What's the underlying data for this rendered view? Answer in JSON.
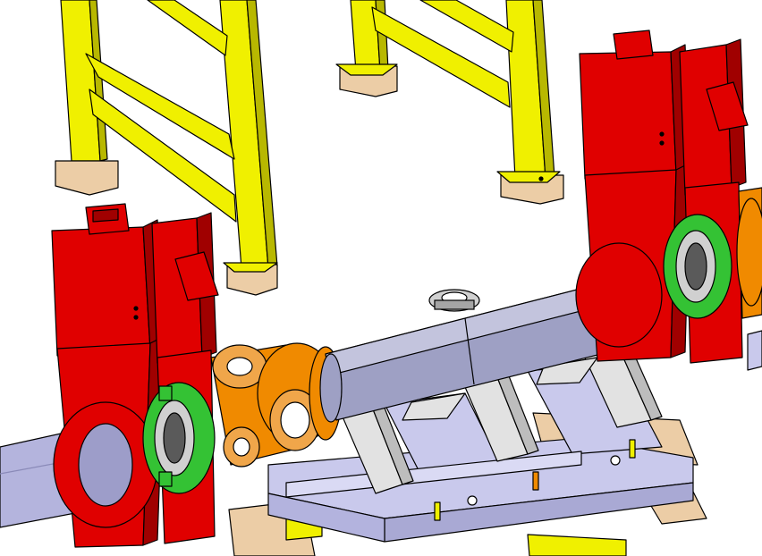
{
  "scene": {
    "background": "#ffffff",
    "colors": {
      "support_frame": "#f0f000",
      "support_frame_shadow": "#b8b800",
      "feet_pads": "#eccda6",
      "gate_valve": "#e00000",
      "gate_valve_dark": "#a00000",
      "clamp_ring": "#34c234",
      "cross_chamber": "#f08a00",
      "vacuum_chamber": "#9ea0c4",
      "beam_pipe": "#b4b4dd",
      "base_frame": "#c9c9ec",
      "stands": "#e2e2e2",
      "wooden_blocks": "#eccda6",
      "outline": "#000000"
    },
    "components": [
      "support-frame-left",
      "support-frame-right",
      "gate-valve-left",
      "gate-valve-right",
      "clamp-ring-left",
      "clamp-ring-right",
      "cross-chamber",
      "vacuum-chamber",
      "beam-pipe",
      "base-frame",
      "chamber-stands",
      "wooden-blocks",
      "top-port-flange"
    ]
  }
}
